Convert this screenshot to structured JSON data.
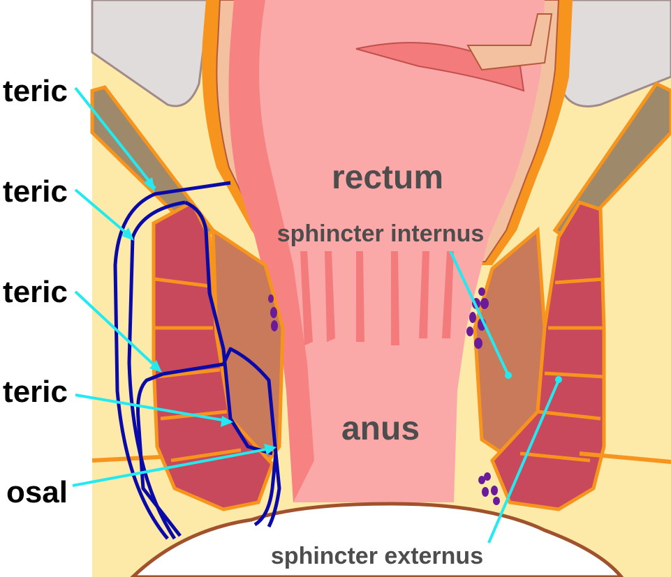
{
  "labels": {
    "left": [
      "teric",
      "teric",
      "teric",
      "teric",
      "osal"
    ],
    "rectum": "rectum",
    "anus": "anus",
    "sphincter_internus": "sphincter internus",
    "sphincter_externus": "sphincter externus"
  },
  "colors": {
    "background": "#ffffff",
    "pelvic_fat": "#fde9a8",
    "bone_gray": "#e0dcdc",
    "rectum_wall_orange": "#f7941d",
    "lumen_pink": "#fba8a8",
    "mucosa_dark_pink": "#f47b7b",
    "muscle_red": "#c7495b",
    "fistula_blue": "#0a0aa8",
    "pointer_cyan": "#22eaf0",
    "gland_purple": "#6a1b9a",
    "skin_brown": "#a0522d",
    "label_gray": "#4d4d4d"
  }
}
